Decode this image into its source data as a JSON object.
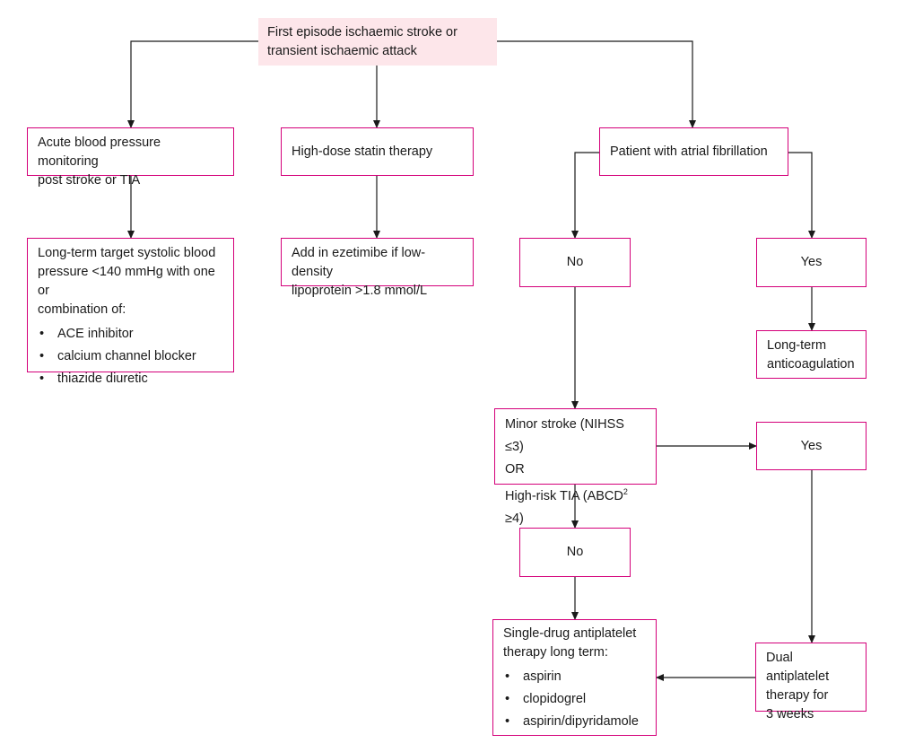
{
  "start": {
    "line1": "First episode ischaemic stroke or",
    "line2": "transient ischaemic attack"
  },
  "bp_monitoring": {
    "line1": "Acute blood pressure monitoring",
    "line2": "post stroke or TIA"
  },
  "bp_target": {
    "line1": "Long-term target systolic blood",
    "line2": "pressure <140 mmHg with one or",
    "line3": "combination of:",
    "items": [
      "ACE inhibitor",
      "calcium channel blocker",
      "thiazide diuretic"
    ]
  },
  "statin": {
    "label": "High-dose statin therapy"
  },
  "ezetimibe": {
    "line1": "Add in ezetimibe if low-density",
    "line2": "lipoprotein >1.8 mmol/L"
  },
  "af": {
    "label": "Patient with atrial fibrillation"
  },
  "af_no": {
    "label": "No"
  },
  "af_yes": {
    "label": "Yes"
  },
  "anticoag": {
    "line1": "Long-term",
    "line2": "anticoagulation"
  },
  "minor": {
    "line1": "Minor stroke (NIHSS ≤3)",
    "line2": "OR",
    "line3_prefix": "High-risk TIA (ABCD",
    "line3_sup": "2",
    "line3_suffix": " ≥4)"
  },
  "minor_yes": {
    "label": "Yes"
  },
  "minor_no": {
    "label": "No"
  },
  "single": {
    "line1": "Single-drug antiplatelet",
    "line2": "therapy long term:",
    "items": [
      "aspirin",
      "clopidogrel",
      "aspirin/dipyridamole"
    ]
  },
  "dual": {
    "line1": "Dual antiplatelet",
    "line2": "therapy for",
    "line3": "3 weeks"
  },
  "colors": {
    "border": "#d4007a",
    "start_fill": "#fde6ea",
    "arrow": "#1a1a1a"
  }
}
